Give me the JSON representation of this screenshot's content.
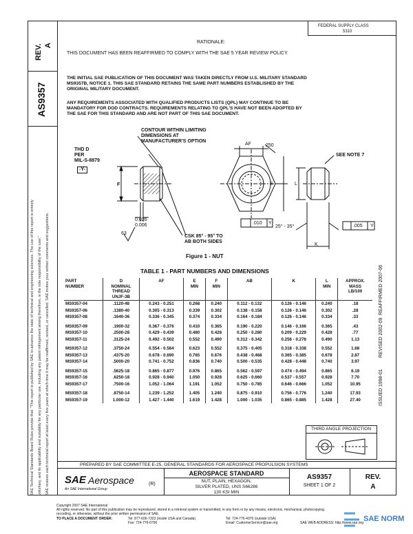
{
  "header": {
    "rev_label": "REV.",
    "rev_value": "A",
    "doc_number": "AS9357",
    "federal_supply_class": "FEDERAL SUPPLY CLASS",
    "fsc_code": "5310",
    "rationale_title": "RATIONALE:",
    "rationale_text": "THIS DOCUMENT HAS BEEN REAFFIRMED TO COMPLY WITH THE SAE 5 YEAR REVIEW POLICY."
  },
  "intro": {
    "para1_line1": "THE INITIAL SAE PUBLICATION OF THIS DOCUMENT WAS TAKEN DIRECTLY FROM U.S. MILITARY STANDARD",
    "para1_line2": "MS9357B, NOTICE 1. THIS SAE STANDARD RETAINS THE SAME PART NUMBERS ESTABLISHED BY THE",
    "para1_line3": "ORIGINAL MILITARY DOCUMENT.",
    "para2_line1": "ANY REQUIREMENTS ASSOCIATED WITH QUALIFIED PRODUCTS LISTS (QPL) MAY CONTINUE TO BE",
    "para2_line2": "MANDATORY FOR DOD CONTRACTS. REQUIREMENTS RELATING TO QPL'S HAVE NOT BEEN ADOPTED BY",
    "para2_line3": "THE SAE FOR THIS STANDARD AND ARE NOT PART OF THIS SAE DOCUMENT."
  },
  "figure": {
    "contour_note_1": "CONTOUR WITHIN LIMITING",
    "contour_note_2": "DIMENSIONS AT",
    "contour_note_3": "MANUFACTURER'S OPTION",
    "thd_1": "THD D",
    "thd_2": "PER",
    "thd_3": "MIL-S-8879",
    "datum_y": "-Y-",
    "dim_f": "F",
    "dim_026": "0.026",
    "dim_006": "0.006",
    "angle_63": "63",
    "csk_1": "CSK 85° - 95° TO",
    "csk_2": "AB BOTH SIDES",
    "dim_af": "AF",
    "dim_250": "250",
    "see_note": "SEE NOTE 7",
    "dim_e": "E",
    "dim_l": "L",
    "tol_010": ".010",
    "tol_y": "Y",
    "angle_range": "25° - 35°",
    "tol_005": ".005",
    "tol_y2": "Y",
    "dim_k": "K",
    "caption": "Figure 1 - NUT"
  },
  "table": {
    "title": "TABLE  1 - PART NUMBERS AND DIMENSIONS",
    "headers": [
      "PART\nNUMBER",
      "D\nNOMINAL\nTHREAD\nUNJF-3B",
      "AF",
      "E\nMIN",
      "F\nMIN",
      "AB",
      "K",
      "L\nMIN",
      "APPROX.\nMASS\nLB/100"
    ],
    "groups": [
      [
        [
          "MS9357-04",
          ".1120-48",
          "0.243 - 0.251",
          "0.268",
          "0.240",
          "0.112 - 0.132",
          "0.126 - 0.146",
          "0.240",
          ".18"
        ],
        [
          "MS9357-06",
          ".1380-40",
          "0.305 - 0.313",
          "0.339",
          "0.302",
          "0.138 - 0.158",
          "0.126 - 0.146",
          "0.302",
          ".28"
        ],
        [
          "MS9357-08",
          ".1640-36",
          "0.336 - 0.345",
          "0.374",
          "0.334",
          "0.164 - 0.184",
          "0.126 - 0.146",
          "0.334",
          ".33"
        ]
      ],
      [
        [
          "MS9357-09",
          ".1900-32",
          "0.367 - 0.376",
          "0.410",
          "0.365",
          "0.190 - 0.220",
          "0.146 - 0.166",
          "0.365",
          ".43"
        ],
        [
          "MS9357-10",
          ".2500-28",
          "0.429 - 0.439",
          "0.480",
          "0.428",
          "0.250 - 0.280",
          "0.209 - 0.229",
          "0.428",
          ".77"
        ],
        [
          "MS9357-11",
          ".3125-24",
          "0.492 - 0.502",
          "0.552",
          "0.490",
          "0.312 - 0.342",
          "0.256 - 0.276",
          "0.490",
          "1.13"
        ]
      ],
      [
        [
          "MS9357-12",
          ".3750-24",
          "0.554 - 0.564",
          "0.623",
          "0.552",
          "0.375 - 0.405",
          "0.318 - 0.338",
          "0.552",
          "1.68"
        ],
        [
          "MS9357-13",
          ".4375-20",
          "0.678 - 0.690",
          "0.765",
          "0.676",
          "0.438 - 0.468",
          "0.365 - 0.385",
          "0.678",
          "2.87"
        ],
        [
          "MS9357-14",
          ".5000-20",
          "0.741 - 0.752",
          "0.836",
          "0.740",
          "0.500 - 0.535",
          "0.428 - 0.448",
          "0.740",
          "3.97"
        ]
      ],
      [
        [
          "MS9357-15",
          ".5625-18",
          "0.865 - 0.877",
          "0.976",
          "0.865",
          "0.562 - 0.597",
          "0.474 - 0.494",
          "0.865",
          "6.19"
        ],
        [
          "MS9357-16",
          ".6250-18",
          "0.928 - 0.940",
          "1.050",
          "0.928",
          "0.625 - 0.660",
          "0.537 - 0.557",
          "0.928",
          "7.70"
        ],
        [
          "MS9357-17",
          ".7500-16",
          "1.052 - 1.064",
          "1.191",
          "1.052",
          "0.750 - 0.785",
          "0.646 - 0.666",
          "1.052",
          "10.95"
        ]
      ],
      [
        [
          "MS9357-18",
          ".8750-14",
          "1.239 - 1.252",
          "1.405",
          "1.240",
          "0.875 - 0.910",
          "0.756 - 0.776",
          "1.240",
          "17.93"
        ],
        [
          "MS9357-19",
          "1.000-12",
          "1.427 - 1.440",
          "1.619",
          "1.428",
          "1.000 - 1.035",
          "0.865 - 0.885",
          "1.428",
          "27.40"
        ]
      ]
    ]
  },
  "side_right": {
    "reaffirmed": "REAFFIRMED 2007-06",
    "revised": "REVISED 2002-09",
    "issued": "ISSUED 1998-01"
  },
  "third_angle": "THIRD ANGLE PROJECTION",
  "footer": {
    "prepared_by": "PREPARED BY SAE COMMITTEE E-25, GENERAL STANDARDS FOR AEROSPACE PROPULSION SYSTEMS",
    "sae_brand": "SAE",
    "aerospace": "Aerospace",
    "tagline": "An SAE International Group",
    "registered": "(R)",
    "standard_title": "AEROSPACE STANDARD",
    "desc_1": "NUT, PLAIN, HEXAGON,",
    "desc_2": "SILVER PLATED, UNS S66286",
    "desc_3": "130 KSI MIN",
    "doc_no": "AS9357",
    "sheet": "SHEET 1 OF 2",
    "rev_label": "REV.",
    "rev_value": "A"
  },
  "left_notice": {
    "line1": "SAE Technical Standards Board Rules provide that: \"This report is published by SAE to advance the state of technical and engineering sciences. The use of this report is entirely",
    "line2": "voluntary, and its applicability and suitability for any particular use, including any patent infringement arising therefrom, is the sole responsibility of the user.\"",
    "line3": "SAE reviews each technical report at least every five years at which time it may be reaffirmed, revised, or cancelled. SAE invites your written comments and suggestions."
  },
  "copyright": {
    "line1": "Copyright 2007 SAE International",
    "line2": "All rights reserved. No part of this publication may be reproduced, stored in a retrieval system or transmitted, in any form or by any means, electronic, mechanical, photocopying,",
    "line3": "recording, or otherwise, without the prior written permission of SAE.",
    "order_label": "TO PLACE A DOCUMENT ORDER:",
    "tel1": "Tel:  877-606-7323 (inside USA and Canada)",
    "tel2": "Tel:  724-776-4970 (outside USA)",
    "fax": "Fax:  724-776-0790",
    "email": "Email:  CustomerService@sae.org",
    "web": "SAE WEB ADDRESS:  http://www.sae.org"
  },
  "watermark": "SAE NORM"
}
